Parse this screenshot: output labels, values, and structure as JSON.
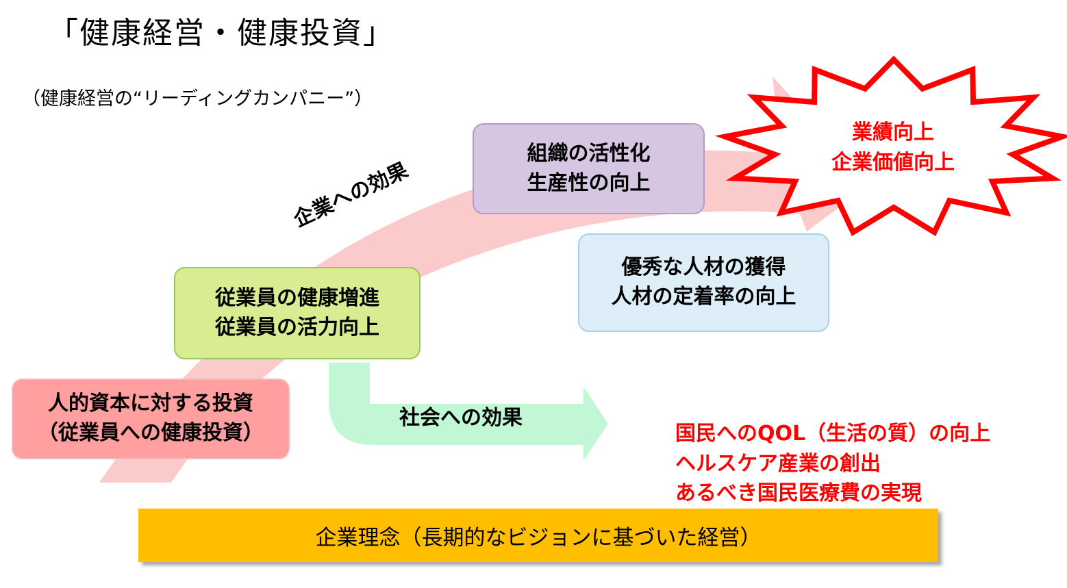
{
  "title": "「健康経営・健康投資」",
  "subtitle": "（健康経営の“リーディングカンパニー”）",
  "boxes": {
    "investment": [
      "人的資本に対する投資",
      "（従業員への健康投資）"
    ],
    "employee": [
      "従業員の健康増進",
      "従業員の活力向上"
    ],
    "org": [
      "組織の活性化",
      "生産性の向上"
    ],
    "talent": [
      "優秀な人材の獲得",
      "人材の定着率の向上"
    ]
  },
  "labels": {
    "corporate_effect": "企業への効果",
    "society_effect": "社会への効果"
  },
  "star": [
    "業績向上",
    "企業価値向上"
  ],
  "society_outcomes": [
    "国民へのQOL（生活の質）の向上",
    "ヘルスケア産業の創出",
    "あるべき国民医療費の実現"
  ],
  "philosophy": "企業理念（長期的なビジョンに基づいた経営）",
  "colors": {
    "big_arrow": "#fbcaca",
    "society_arrow": "#c2f7d5",
    "star_stroke": "#ff0000",
    "outcome_text": "#ff0000",
    "philosophy_bg": "#ffbe00",
    "investment_bg": "#ff9f9f",
    "employee_bg": "#d9ec91",
    "org_bg": "#d7c6e1",
    "talent_bg": "#ddeef9"
  }
}
